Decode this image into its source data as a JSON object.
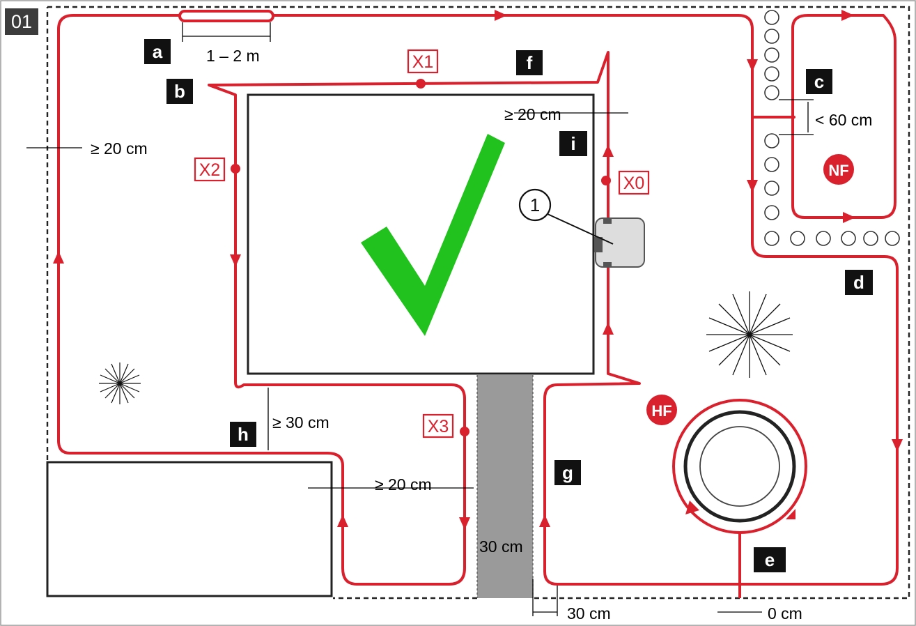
{
  "figure_number": "01",
  "labels": {
    "a": "a",
    "b": "b",
    "c": "c",
    "d": "d",
    "e": "e",
    "f": "f",
    "g": "g",
    "h": "h",
    "i": "i"
  },
  "wire_markers": {
    "x0": "X0",
    "x1": "X1",
    "x2": "X2",
    "x3": "X3"
  },
  "zones": {
    "nf": "NF",
    "hf": "HF"
  },
  "station_callout": "1",
  "measurements": {
    "splice_length": "1 – 2 m",
    "min_20_left": "≥ 20 cm",
    "min_20_top": "≥ 20 cm",
    "max_60": "< 60 cm",
    "min_30": "≥ 30 cm",
    "min_20_bottom": "≥ 20 cm",
    "path_width": "30 cm",
    "path_offset": "30 cm",
    "zero": "0 cm"
  },
  "colors": {
    "wire": "#d9212e",
    "check": "#22c21e",
    "path": "#9a9a9a",
    "label_bg": "#111111",
    "figure_tag_bg": "#3c3c3c"
  }
}
